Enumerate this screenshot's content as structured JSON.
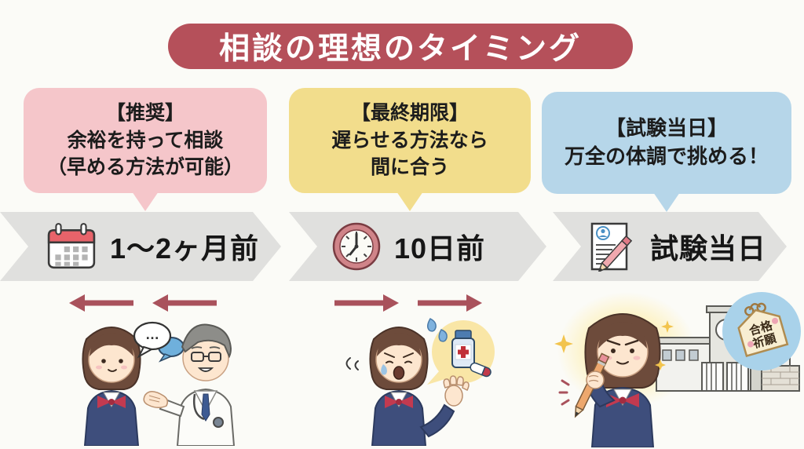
{
  "title": "相談の理想のタイミング",
  "stages": [
    {
      "id": "recommended",
      "bubble_color": "#f5c6ca",
      "heading": "【推奨】",
      "lines": [
        "余裕を持って相談",
        "（早める方法が可能）"
      ],
      "timeline_label": "1〜2ヶ月前",
      "icon": "calendar-icon",
      "shift_arrows": "left"
    },
    {
      "id": "final-deadline",
      "bubble_color": "#f2dd8c",
      "heading": "【最終期限】",
      "lines": [
        "遅らせる方法なら",
        "間に合う"
      ],
      "timeline_label": "10日前",
      "icon": "clock-icon",
      "shift_arrows": "right"
    },
    {
      "id": "exam-day",
      "bubble_color": "#b6d6e9",
      "heading": "【試験当日】",
      "lines": [
        "万全の体調で挑める！"
      ],
      "timeline_label": "試験当日",
      "icon": "exam-sheet-icon",
      "shift_arrows": "none"
    }
  ],
  "illustrations": {
    "chat_dots": "…",
    "charm_badge": {
      "line1": "合格",
      "line2": "祈願"
    }
  },
  "colors": {
    "background": "#fbfbf7",
    "title_bg": "#b5505a",
    "title_text": "#ffffff",
    "bubble_pink": "#f5c6ca",
    "bubble_yellow": "#f2dd8c",
    "bubble_blue": "#b6d6e9",
    "timeline_gray": "#e0e0de",
    "shift_arrow_red": "#a9525c",
    "text_dark": "#1c1c1c"
  }
}
